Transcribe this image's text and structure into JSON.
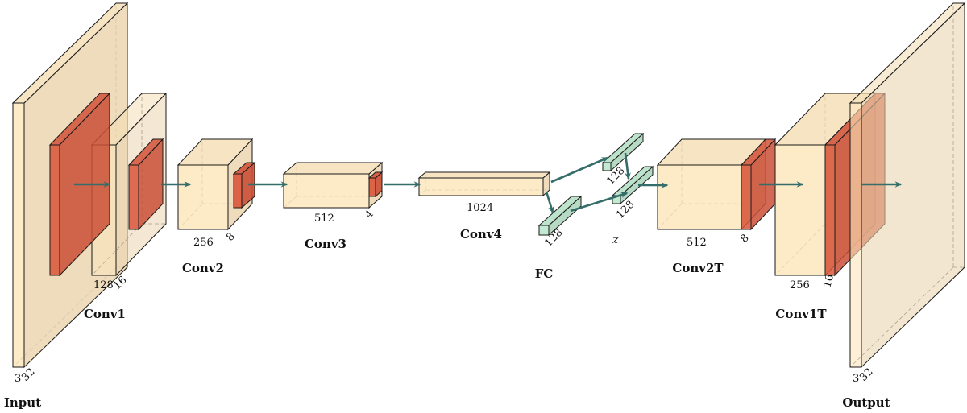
{
  "colors": {
    "block_fill": "#fde6bd",
    "pool_fill": "#d9553a",
    "fc_fill": "#bfe8cf",
    "arrow": "#356d6a"
  },
  "labels": {
    "input": "Input",
    "conv1": "Conv1",
    "conv2": "Conv2",
    "conv3": "Conv3",
    "conv4": "Conv4",
    "fc": "FC",
    "z": "z",
    "conv2t": "Conv2T",
    "conv1t": "Conv1T",
    "output": "Output"
  },
  "dims": {
    "input_c": "3",
    "input_hw": "32",
    "conv1_c": "128",
    "conv1_hw": "16",
    "conv2_c": "256",
    "conv2_hw": "8",
    "conv3_c": "512",
    "conv3_hw": "4",
    "conv4_c": "1024",
    "fc1": "128",
    "fc2": "128",
    "fc3": "128",
    "conv2t_c": "512",
    "conv2t_hw": "8",
    "conv1t_c": "256",
    "conv1t_hw": "16",
    "output_c": "3",
    "output_hw": "32"
  }
}
